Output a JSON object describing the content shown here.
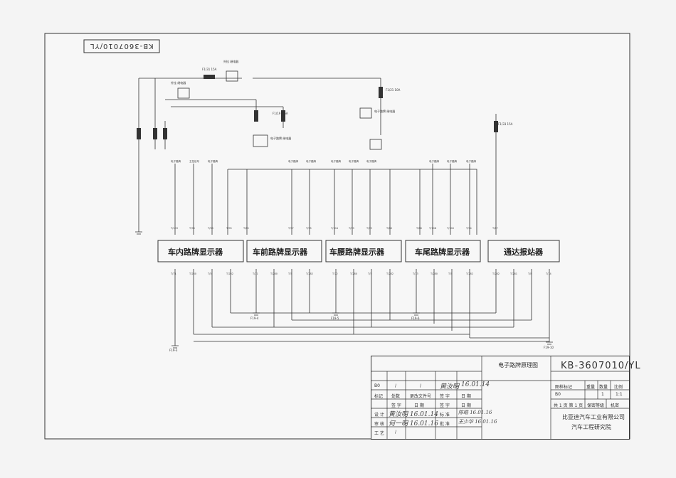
{
  "stamp": "KB-3607010/YL",
  "modules": [
    {
      "name": "车内路牌显示器"
    },
    {
      "name": "车前路牌显示器"
    },
    {
      "name": "车腰路牌显示器"
    },
    {
      "name": "车尾路牌显示器"
    },
    {
      "name": "通达报站器"
    }
  ],
  "title_block": {
    "drawing_title": "电子路牌原理图",
    "drawing_number": "KB-3607010/YL",
    "company_line1": "比亚迪汽车工业有限公司",
    "company_line2": "汽车工程研究院",
    "header_labels": [
      "图样标记",
      "重量",
      "数量",
      "比例"
    ],
    "version": "B0",
    "scale": "1:1",
    "quantity": "1",
    "sheet_info": "共 1 页 第 1 页",
    "security_label": "保密等级",
    "security_value": "机密",
    "rev_rows": [
      [
        "B0",
        "/",
        "/",
        "黄汝明",
        "16.01.14"
      ],
      [
        "标记",
        "处数",
        "更改文件号",
        "签 字",
        "日 期"
      ],
      [
        "签 字",
        "日 期",
        "签 字",
        "日 期"
      ]
    ],
    "roles": [
      "设 计",
      "审 核",
      "工 艺"
    ],
    "roles_right": [
      "标 准",
      "批 准"
    ],
    "signatures": {
      "designer": "黄汝明 16.01.14",
      "checker": "何一明 16.01.16",
      "standard": "陈皓 16.01.16",
      "approver": "王少华 16.01.16",
      "process": "/"
    }
  },
  "labels": {
    "top_relay": "外挂\n继电器",
    "relay2": "外挂\n继电器",
    "relay3": "电子路牌\n继电器",
    "relay4": "电子路牌\n继电器",
    "ground_ids": [
      "F19-3",
      "F19-4",
      "F19-5",
      "F19-6",
      "F19-10"
    ],
    "fuse_labels": [
      "F1/31 15A",
      "F1/19 7.5A",
      "F1/21 10A",
      "F1/33 15A"
    ]
  }
}
